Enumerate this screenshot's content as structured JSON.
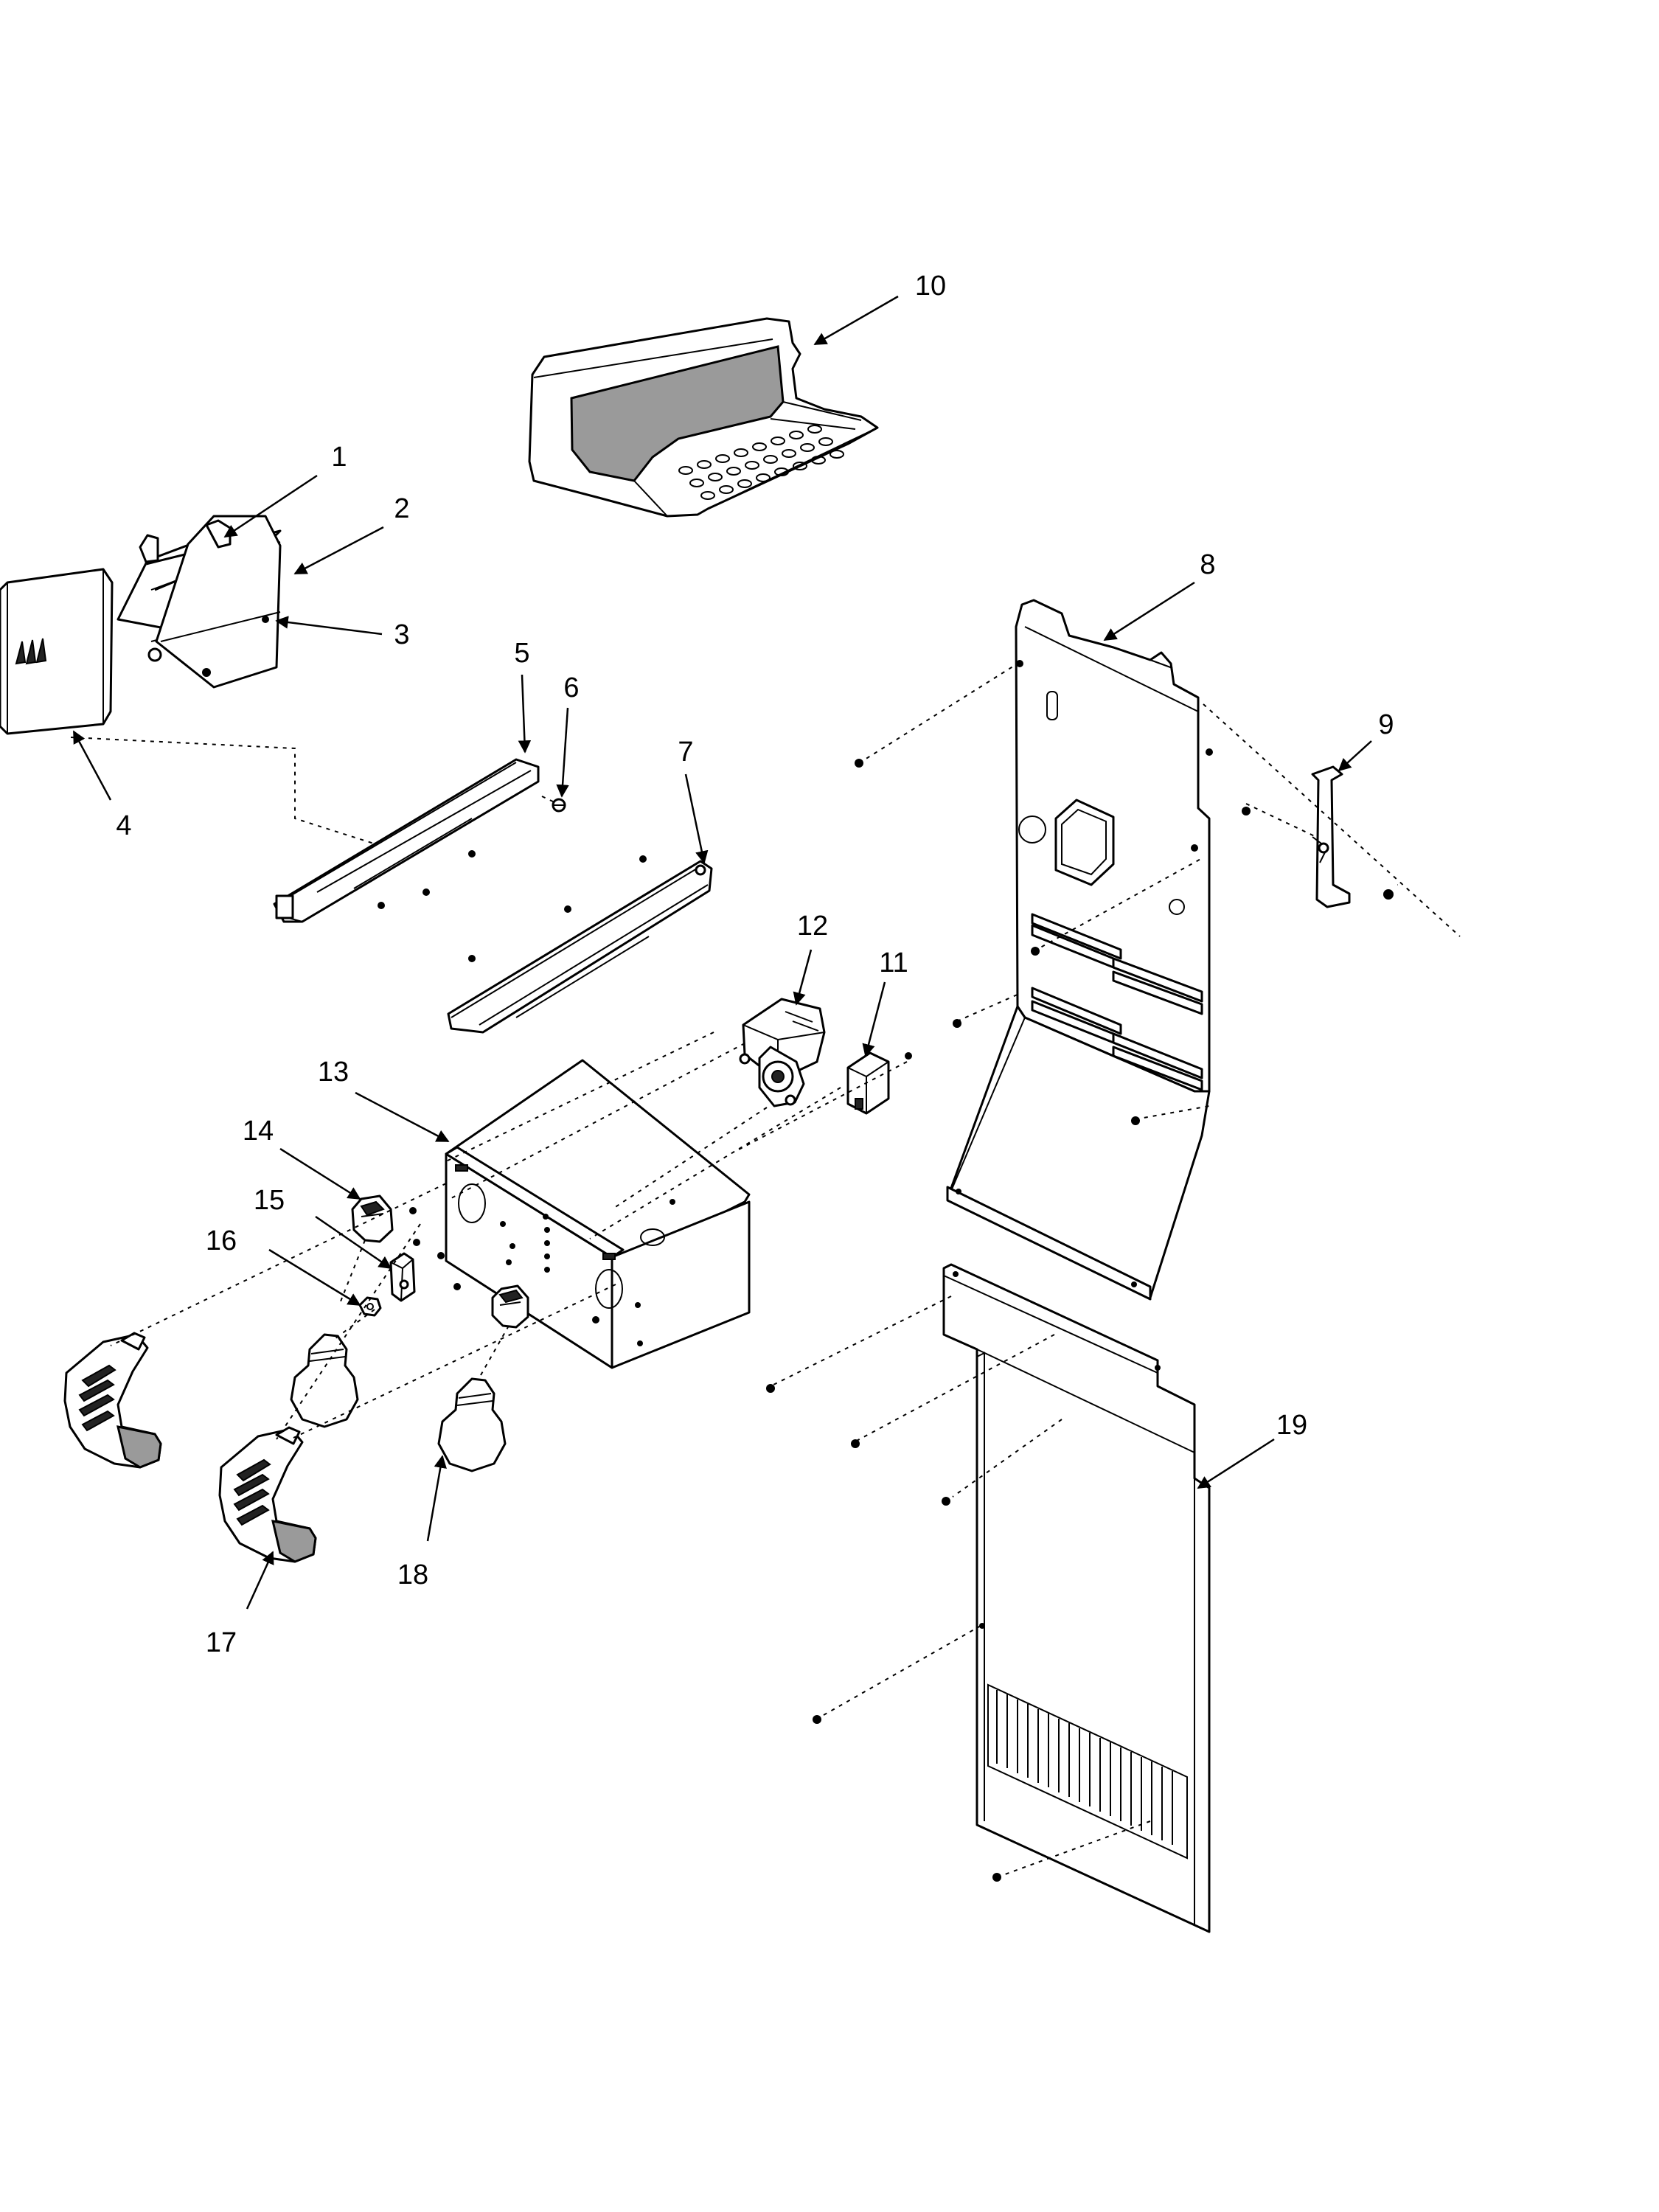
{
  "callouts": [
    "1",
    "2",
    "3",
    "4",
    "5",
    "6",
    "7",
    "8",
    "9",
    "10",
    "11",
    "12",
    "13",
    "14",
    "15",
    "16",
    "17",
    "18",
    "19"
  ],
  "colors": {
    "line": "#000000",
    "background": "#ffffff",
    "shade": "#9a9a9a"
  }
}
